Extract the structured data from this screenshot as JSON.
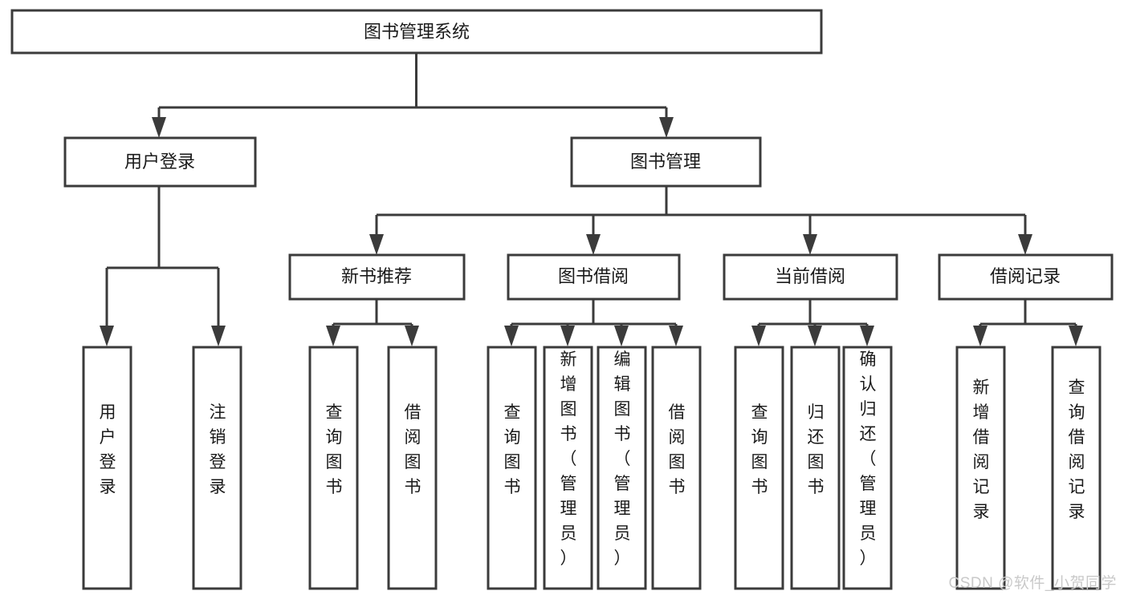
{
  "diagram": {
    "type": "tree-hierarchy",
    "title": "图书管理系统",
    "root": {
      "label": "图书管理系统"
    },
    "level2": [
      {
        "label": "用户登录"
      },
      {
        "label": "图书管理"
      }
    ],
    "level3": [
      {
        "label": "新书推荐"
      },
      {
        "label": "图书借阅"
      },
      {
        "label": "当前借阅"
      },
      {
        "label": "借阅记录"
      }
    ],
    "leaves": {
      "user_login": [
        {
          "label": "用户登录"
        },
        {
          "label": "注销登录"
        }
      ],
      "new_book_recommend": [
        {
          "label": "查询图书"
        },
        {
          "label": "借阅图书"
        }
      ],
      "book_borrow": [
        {
          "label": "查询图书"
        },
        {
          "label": "新增图书（管理员）"
        },
        {
          "label": "编辑图书（管理员）"
        },
        {
          "label": "借阅图书"
        }
      ],
      "current_borrow": [
        {
          "label": "查询图书"
        },
        {
          "label": "归还图书"
        },
        {
          "label": "确认归还（管理员）"
        }
      ],
      "borrow_record": [
        {
          "label": "新增借阅记录"
        },
        {
          "label": "查询借阅记录"
        }
      ]
    }
  },
  "watermark": {
    "text": "CSDN @软件_小贺同学"
  },
  "colors": {
    "stroke": "#3b3b3b",
    "fill": "#ffffff",
    "text": "#1a1a1a",
    "watermark": "#c9c9c9"
  }
}
